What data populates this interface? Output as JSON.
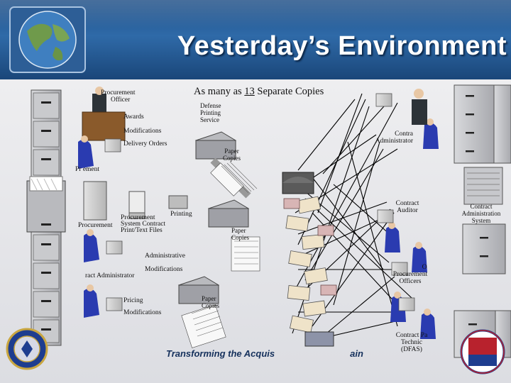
{
  "slide": {
    "title": "Yesterday’s Environment",
    "headline": {
      "prefix": "As many as ",
      "count": "13",
      "suffix": " Separate Copies"
    },
    "footer": {
      "left": "Transforming the Acquis",
      "right": "ain"
    }
  },
  "labels": {
    "procurement_officer": [
      "Procurement",
      "Officer"
    ],
    "awards": "Awards",
    "modifications_top": "Modifications",
    "delivery_orders": "Delivery Orders",
    "defense_printing": [
      "Defense",
      "Printing",
      "Service"
    ],
    "paper_copies_1": [
      "Paper",
      "Copies"
    ],
    "procurement_clerk": "Pr       ement",
    "contract_administrator_top": [
      "Contra",
      "Administrator"
    ],
    "procurement_system": "Procurement",
    "procurement_system_contract": [
      "Procurement",
      "System Contract",
      "Print/Text Files"
    ],
    "printing": "Printing",
    "paper_copies_2": [
      "Paper",
      "Copies"
    ],
    "contract_auditor": [
      "Contract",
      "Auditor"
    ],
    "contract_administration_system": [
      "Contract",
      "Administration",
      "System"
    ],
    "administrative": "Administrative",
    "modifications_mid": "Modifications",
    "contract_administrator_mid": "ract Administrator",
    "other_procurement_officers": [
      "O",
      "Procurement",
      "Officers"
    ],
    "pricing": "Pricing",
    "modifications_bottom": "Modifications",
    "paper_copies_3": [
      "Paper",
      "Copies"
    ],
    "contract_pay": [
      "Contract Pa",
      "Technic",
      "(DFAS)"
    ]
  },
  "colors": {
    "header_blue": "#2a5f9e",
    "title_white": "#ffffff",
    "cabinet_gray": "#bfc0c4",
    "person_blue": "#2a3bb0",
    "connector_black": "#000000"
  },
  "icons": [
    "globe-logo-icon",
    "dod-seal-icon",
    "dod-emblem-icon"
  ]
}
